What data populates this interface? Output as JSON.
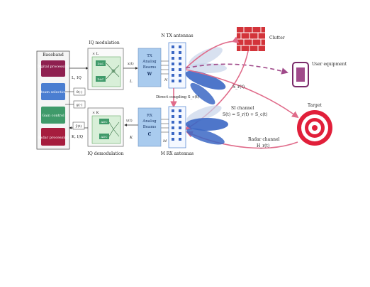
{
  "baseband": {
    "title": "Baseband",
    "digital": "Digital processing",
    "beam": "Beam selection",
    "gain": "Gain control",
    "radar": "Radar processing"
  },
  "iq_mod": {
    "title": "IQ modulation",
    "times_l": "× L",
    "dac": "DAC",
    "signal": "x(t)",
    "l_label": "L",
    "l_iq": "L, IQ"
  },
  "iq_demod": {
    "title": "IQ demodulation",
    "times_k": "× K",
    "adc": "ADC",
    "signal": "y(t)",
    "k_label": "K",
    "k_iq": "K, I/Q"
  },
  "theta": "θ(·)",
  "gain_sym": "g(·)",
  "y_tilde": "ỹ(t)",
  "tx_beam": {
    "line1": "TX",
    "line2": "Analog",
    "line3": "Beams",
    "sym": "W",
    "n_small": "N"
  },
  "rx_beam": {
    "line1": "RX",
    "line2": "Analog",
    "line3": "Beams",
    "sym": "C",
    "m_small": "M"
  },
  "tx_antennas": "N TX antennas",
  "rx_antennas": "M RX antennas",
  "direct_coupling": "Direct coupling S_c(t)",
  "clutter": "Clutter",
  "s_r": "S_r(t)",
  "si_channel": "SI channel",
  "si_eq": "S(t) = S_r(t) + S_c(t)",
  "user_equipment": "User equipment",
  "target": "Target",
  "radar_channel": "Radar channel",
  "h_r": "H_r(t)",
  "colors": {
    "digital": "#8e1f4f",
    "beam": "#4a7ed1",
    "gain": "#3f9a6a",
    "radar": "#a61d3e",
    "arrow": "#e06b8a",
    "dashed": "#a04a8a",
    "lobe": "#3b67c4",
    "clutter": "#d3343a",
    "target": "#e11f3a",
    "beam_box": "#a9cbee"
  }
}
